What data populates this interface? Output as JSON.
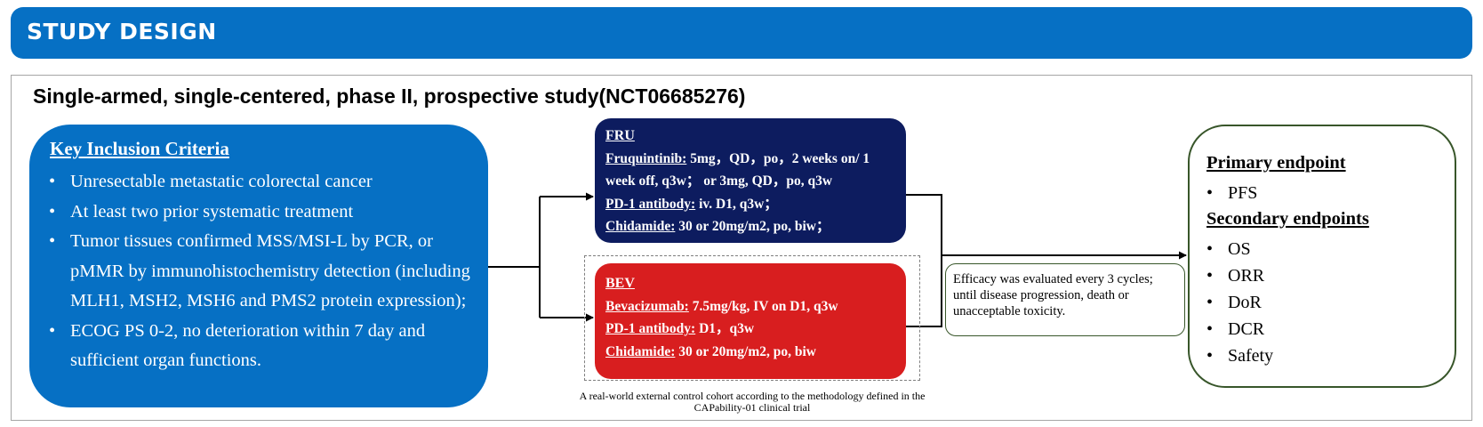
{
  "header": {
    "title": "STUDY DESIGN"
  },
  "subtitle": "Single-armed, single-centered, phase II, prospective study(NCT06685276)",
  "inclusion": {
    "title": "Key Inclusion Criteria",
    "items": [
      "Unresectable metastatic colorectal cancer",
      "At least two prior systematic treatment",
      "Tumor tissues confirmed MSS/MSI-L by PCR, or pMMR by immunohistochemistry detection (including MLH1, MSH2, MSH6 and PMS2 protein expression);",
      "ECOG PS 0-2, no deterioration within 7 day and sufficient organ functions."
    ]
  },
  "fru": {
    "title": "FRU",
    "drug1_name": "Fruquintinib:",
    "drug1_text": " 5mg，QD，po，2 weeks on/ 1 week off, q3w； or 3mg, QD，po, q3w",
    "drug2_name": "PD-1 antibody:",
    "drug2_text": "  iv. D1, q3w；",
    "drug3_name": "Chidamide:",
    "drug3_text": " 30 or 20mg/m2, po, biw；"
  },
  "bev": {
    "title": "BEV",
    "drug1_name": "Bevacizumab:",
    "drug1_text": " 7.5mg/kg, IV on D1, q3w",
    "drug2_name": "PD-1 antibody:",
    "drug2_text": " D1，q3w",
    "drug3_name": "Chidamide:",
    "drug3_text": " 30 or 20mg/m2, po, biw"
  },
  "cohort_note": "A real-world external control cohort according to the methodology defined in the CAPability-01 clinical trial",
  "efficacy": "Efficacy was evaluated every 3 cycles; until disease progression, death or unacceptable toxicity.",
  "endpoints": {
    "primary_title": "Primary endpoint",
    "primary_items": [
      "PFS"
    ],
    "secondary_title": "Secondary endpoints",
    "secondary_items": [
      "OS",
      "ORR",
      "DoR",
      "DCR",
      "Safety"
    ]
  },
  "colors": {
    "header_blue": "#0670c4",
    "fru_navy": "#0d1c5f",
    "bev_red": "#d81e1f",
    "endpoint_green": "#38562a"
  }
}
